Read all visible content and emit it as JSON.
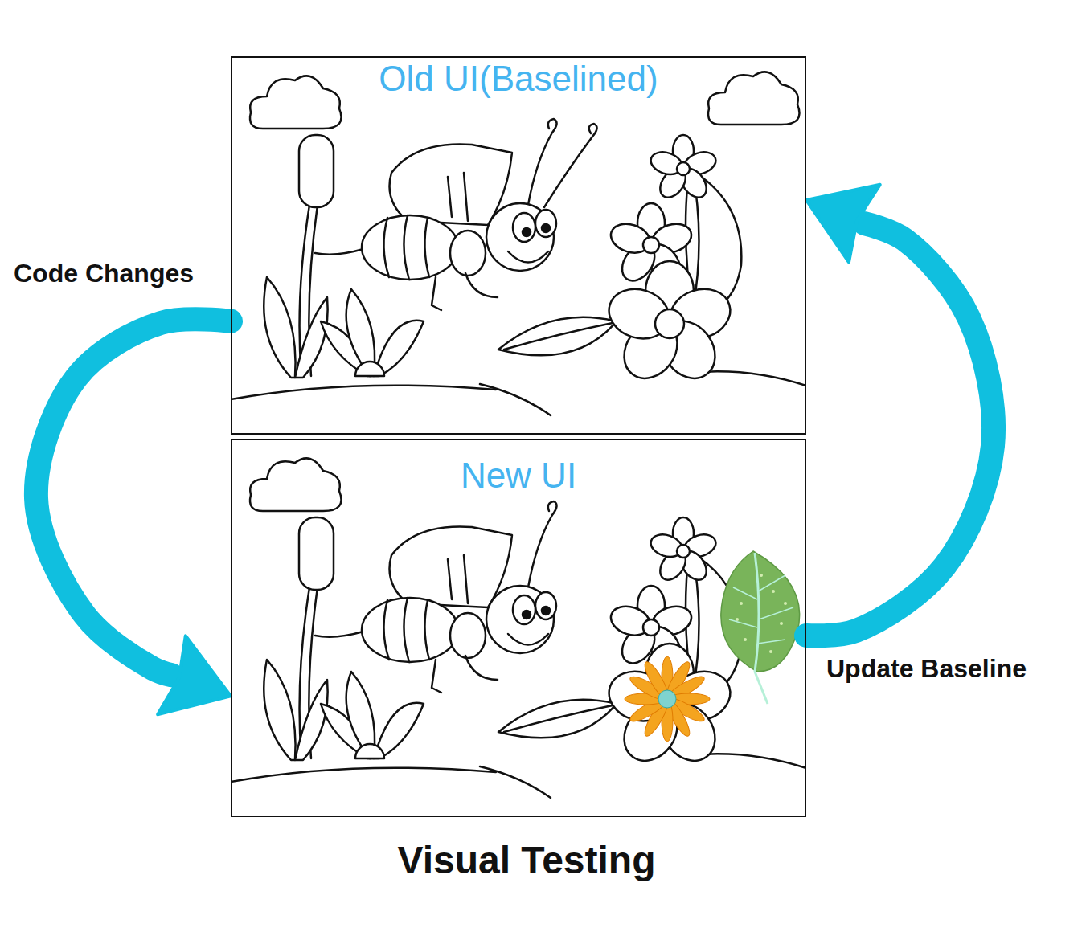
{
  "diagram": {
    "title": "Visual Testing",
    "nodes": [
      {
        "text": [
          "Old UI(Baselined)"
        ]
      },
      {
        "text": [
          "New UI"
        ]
      }
    ],
    "edges": [
      {
        "from": 0,
        "to": 1,
        "arrow": "to",
        "label": "Code Changes"
      },
      {
        "from": 1,
        "to": 0,
        "arrow": "to",
        "label": "Update Baseline"
      }
    ]
  }
}
